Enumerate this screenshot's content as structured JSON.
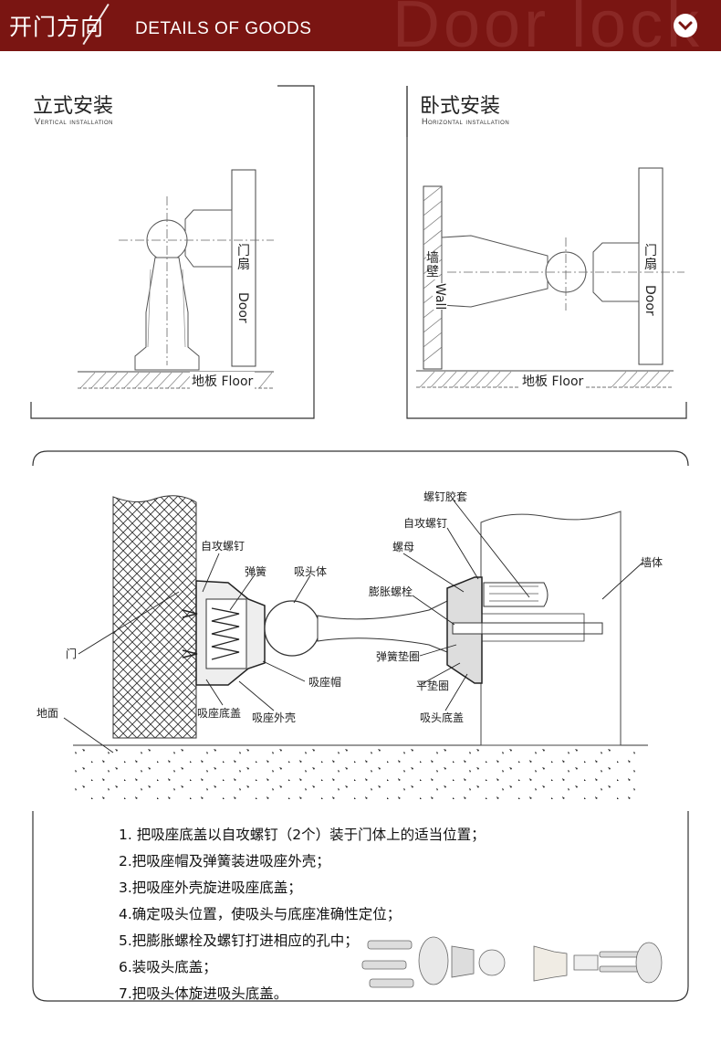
{
  "header": {
    "title_cn": "开门方向",
    "title_en": "DETAILS OF GOODS",
    "watermark": "Door lock"
  },
  "vertical": {
    "title": "立式安装",
    "subtitle": "Vertical installation",
    "door_cn": "门扇",
    "door_en": "Door",
    "floor": "地板 Floor"
  },
  "horizontal": {
    "title": "卧式安装",
    "subtitle": "Horizontal installation",
    "wall_cn": "墙壁",
    "wall_en": "Wall",
    "door_cn": "门扇",
    "door_en": "Door",
    "floor": "地板 Floor"
  },
  "diagram": {
    "labels": {
      "self_tap_screw_left": "自攻螺钉",
      "spring": "弹簧",
      "head_body": "吸头体",
      "door": "门",
      "ground": "地面",
      "seat_cap": "吸座帽",
      "seat_base_cover": "吸座底盖",
      "seat_shell": "吸座外壳",
      "screw_sleeve": "螺钉胶套",
      "self_tap_screw_right": "自攻螺钉",
      "nut": "螺母",
      "expansion_bolt": "膨胀螺栓",
      "wall": "墙体",
      "spring_washer": "弹簧垫圈",
      "flat_washer": "平垫圈",
      "head_base_cover": "吸头底盖"
    }
  },
  "steps": [
    "1. 把吸座底盖以自攻螺钉（2个）装于门体上的适当位置；",
    "2.把吸座帽及弹簧装进吸座外壳；",
    "3.把吸座外壳旋进吸座底盖；",
    "4.确定吸头位置，使吸头与底座准确性定位；",
    "5.把膨胀螺栓及螺钉打进相应的孔中；",
    "6.装吸头底盖；",
    "7.把吸头体旋进吸头底盖。"
  ]
}
